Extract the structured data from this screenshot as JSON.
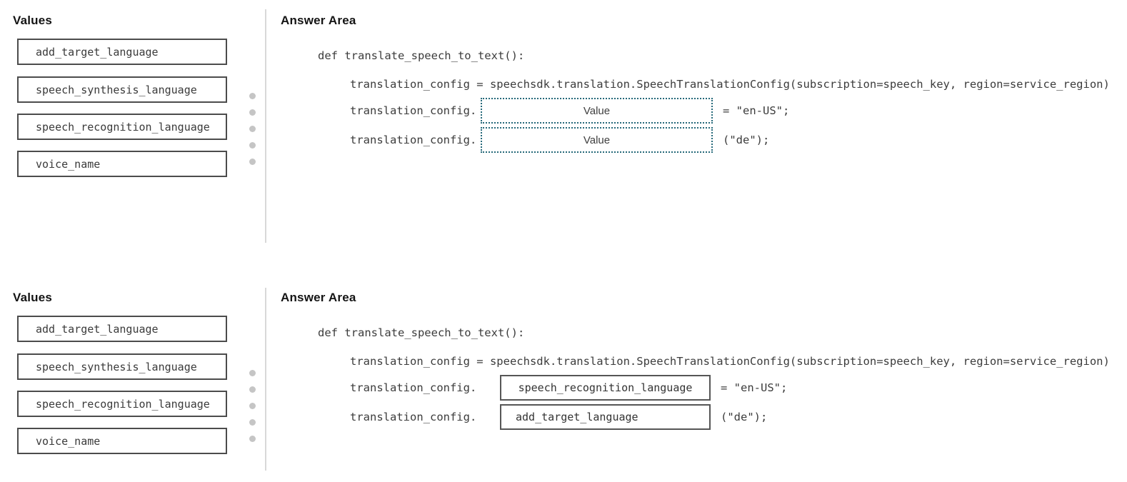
{
  "colors": {
    "empty_slot_border": "#26697a",
    "filled_slot_border": "#565656",
    "value_box_border": "#4c4c4c",
    "divider": "#d8d8d8",
    "dots": "#c5c5c5",
    "code_text": "#3c3c3c"
  },
  "panel_top": {
    "values_title": "Values",
    "answer_title": "Answer Area",
    "values": [
      "add_target_language",
      "speech_synthesis_language",
      "speech_recognition_language",
      "voice_name"
    ],
    "code_def": "def translate_speech_to_text():",
    "code_config": "translation_config = speechsdk.translation.SpeechTranslationConfig(subscription=speech_key, region=service_region)",
    "rows": [
      {
        "prefix": "translation_config.",
        "slot": "Value",
        "suffix": "= \"en-US\";"
      },
      {
        "prefix": "translation_config.",
        "slot": "Value",
        "suffix": "(\"de\");"
      }
    ]
  },
  "panel_bottom": {
    "values_title": "Values",
    "answer_title": "Answer Area",
    "values": [
      "add_target_language",
      "speech_synthesis_language",
      "speech_recognition_language",
      "voice_name"
    ],
    "code_def": "def translate_speech_to_text():",
    "code_config": "translation_config = speechsdk.translation.SpeechTranslationConfig(subscription=speech_key, region=service_region)",
    "rows": [
      {
        "prefix": "translation_config.",
        "slot": "speech_recognition_language",
        "suffix": "= \"en-US\";"
      },
      {
        "prefix": "translation_config.",
        "slot": "add_target_language",
        "suffix": "(\"de\");"
      }
    ]
  }
}
